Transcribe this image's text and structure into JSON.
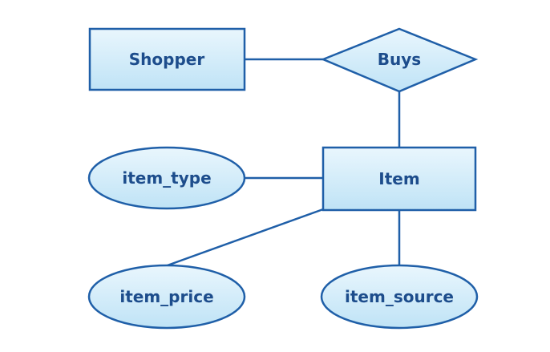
{
  "diagram": {
    "colors": {
      "stroke": "#1f5fa8",
      "fill_light": "#e9f6fd",
      "fill_dark": "#bfe3f6",
      "text": "#1d4d8c"
    },
    "entities": {
      "shopper": "Shopper",
      "item": "Item"
    },
    "relationships": {
      "buys": "Buys"
    },
    "attributes": {
      "item_type": "item_type",
      "item_price": "item_price",
      "item_source": "item_source"
    }
  }
}
